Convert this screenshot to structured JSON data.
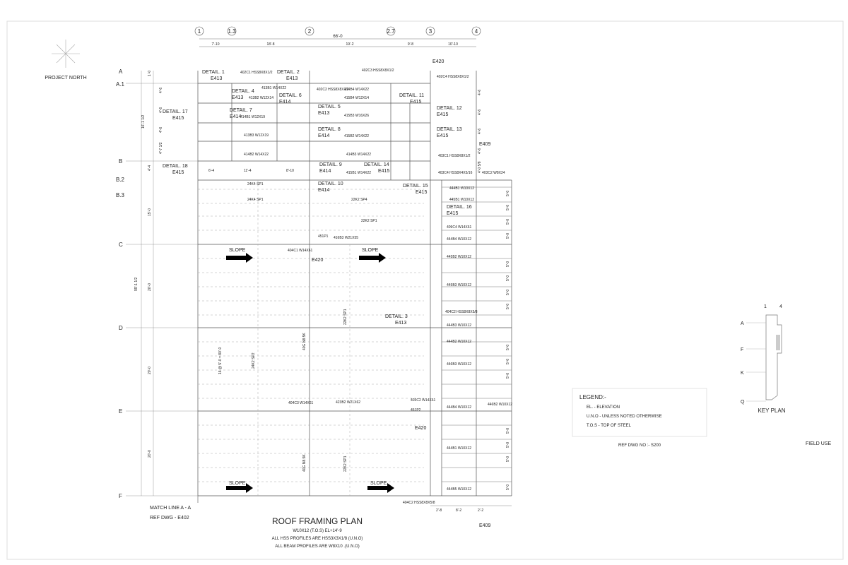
{
  "drawing": {
    "project_north": "PROJECT NORTH",
    "grid_top": [
      "1",
      "1.3",
      "2",
      "2.7",
      "3",
      "4"
    ],
    "grid_left": [
      "A",
      "A.1",
      "B",
      "B.2",
      "B.3",
      "C",
      "D",
      "E",
      "F"
    ],
    "top_dims": [
      "7'-10",
      "18'-8",
      "19'-2",
      "9'-8",
      "10'-10"
    ],
    "overall_dim": "66'-0",
    "left_dims": [
      "1'-0",
      "4'-6",
      "4'-6",
      "4'-6",
      "4'-7 1/2",
      "4'-4",
      "15'-0",
      "20'-0",
      "20'-0",
      "20'-0"
    ],
    "left_overall": "16'-1 1/2",
    "left_overall2": "99'-1 1/2",
    "right_dims": [
      "4'-6",
      "4'-6",
      "4'-6",
      "4'-6",
      "4'-0 5/8",
      "5'-0",
      "5'-0",
      "5'-0",
      "5'-0",
      "5'-0",
      "5'-0",
      "5'-0",
      "5'-0",
      "5'-0",
      "5'-0",
      "5'-0",
      "5'-0",
      "5'-0",
      "5'-0",
      "5'-0"
    ],
    "bottom_dims": [
      "2'-8",
      "8'-2",
      "2'-2"
    ],
    "b_dims": [
      "6'-4",
      "11'-4",
      "8'-10"
    ],
    "details": [
      {
        "title": "DETAIL. 1",
        "ref": "E413"
      },
      {
        "title": "DETAIL. 2",
        "ref": "E413"
      },
      {
        "title": "DETAIL. 4",
        "ref": "E413"
      },
      {
        "title": "DETAIL. 6",
        "ref": "E414"
      },
      {
        "title": "DETAIL. 5",
        "ref": "E413"
      },
      {
        "title": "DETAIL. 11",
        "ref": "E415"
      },
      {
        "title": "DETAIL. 17",
        "ref": "E415"
      },
      {
        "title": "DETAIL. 7",
        "ref": "E414"
      },
      {
        "title": "DETAIL. 12",
        "ref": "E415"
      },
      {
        "title": "DETAIL. 8",
        "ref": "E414"
      },
      {
        "title": "DETAIL. 13",
        "ref": "E415"
      },
      {
        "title": "DETAIL. 18",
        "ref": "E415"
      },
      {
        "title": "DETAIL. 9",
        "ref": "E414"
      },
      {
        "title": "DETAIL. 14",
        "ref": "E415"
      },
      {
        "title": "DETAIL. 10",
        "ref": "E414"
      },
      {
        "title": "DETAIL. 15",
        "ref": "E415"
      },
      {
        "title": "DETAIL. 16",
        "ref": "E415"
      },
      {
        "title": "DETAIL. 3",
        "ref": "E413"
      }
    ],
    "members": [
      "402C1 HSS8X8X1/2",
      "402C3 HSS8X8X1/2",
      "402C4 HSS8X8X1/2",
      "402C2 HSS8X8X1/2",
      "413B1 W14X22",
      "413B2 W12X14",
      "414B4 W14X22",
      "415B4 W12X14",
      "415B3 W16X26",
      "414B1 W12X19",
      "413B3 W12X19",
      "415B2 W14X22",
      "414B2 W14X22",
      "414B3 W14X22",
      "415B1 W14X22",
      "403C1 HSS8X8X1/2",
      "403C4 HSS8X4X5/16",
      "403C2 W8X24",
      "444B1 W10X12",
      "445B1 W10X12",
      "409C4 W14X61",
      "444B4 W10X12",
      "445B2 W10X12",
      "445B3 W10X12",
      "404C2 HSS8X8X5/8",
      "444B3 W10X12",
      "444B2 W10X12",
      "446B3 W10X12",
      "451P1",
      "416B3 W21X55",
      "404C1 W14X61",
      "404C3 W14X61",
      "423B2 W21X62",
      "403C2 W14X61",
      "451P2",
      "444B4 W10X12",
      "404C2 HSS8X8X5/8",
      "444B5 W10X12",
      "444B1 W10X12",
      "446B2 W10X12"
    ],
    "joists": [
      "24K4 SP1",
      "24K4 SP1",
      "22K2 SP4",
      "22K2 SP1",
      "22K2 SP1",
      "40G N8.5K",
      "24K2 SP2",
      "16 @ 5'-0 = 80'-0",
      "40G N8.5K",
      "22K2 SP1"
    ],
    "slope_label": "SLOPE",
    "elevations": [
      "E420",
      "E409",
      "E420",
      "E420",
      "E409"
    ],
    "match_line": "MATCH LINE A - A",
    "ref_dwg_left": "REF DWG - E402",
    "title": "ROOF FRAMING PLAN",
    "notes": [
      "W10X12 (T.O.S) EL+14'-9",
      "ALL HSS PROFILES ARE HSS3X3X1/8 (U.N.O)",
      "ALL BEAM PROFILES ARE W8X10 .(U.N.O)"
    ],
    "legend": {
      "heading": "LEGEND:-",
      "rows": [
        "EL. - ELEVATION",
        "U.N.O - UNLESS NOTED OTHERWISE",
        "T.O.S     - TOP OF STEEL"
      ],
      "ref": "REF DWG NO :- S200"
    },
    "key_plan": {
      "label": "KEY PLAN",
      "top": [
        "1",
        "4"
      ],
      "side": [
        "A",
        "F",
        "K",
        "Q"
      ]
    },
    "field_use": "FIELD USE"
  }
}
